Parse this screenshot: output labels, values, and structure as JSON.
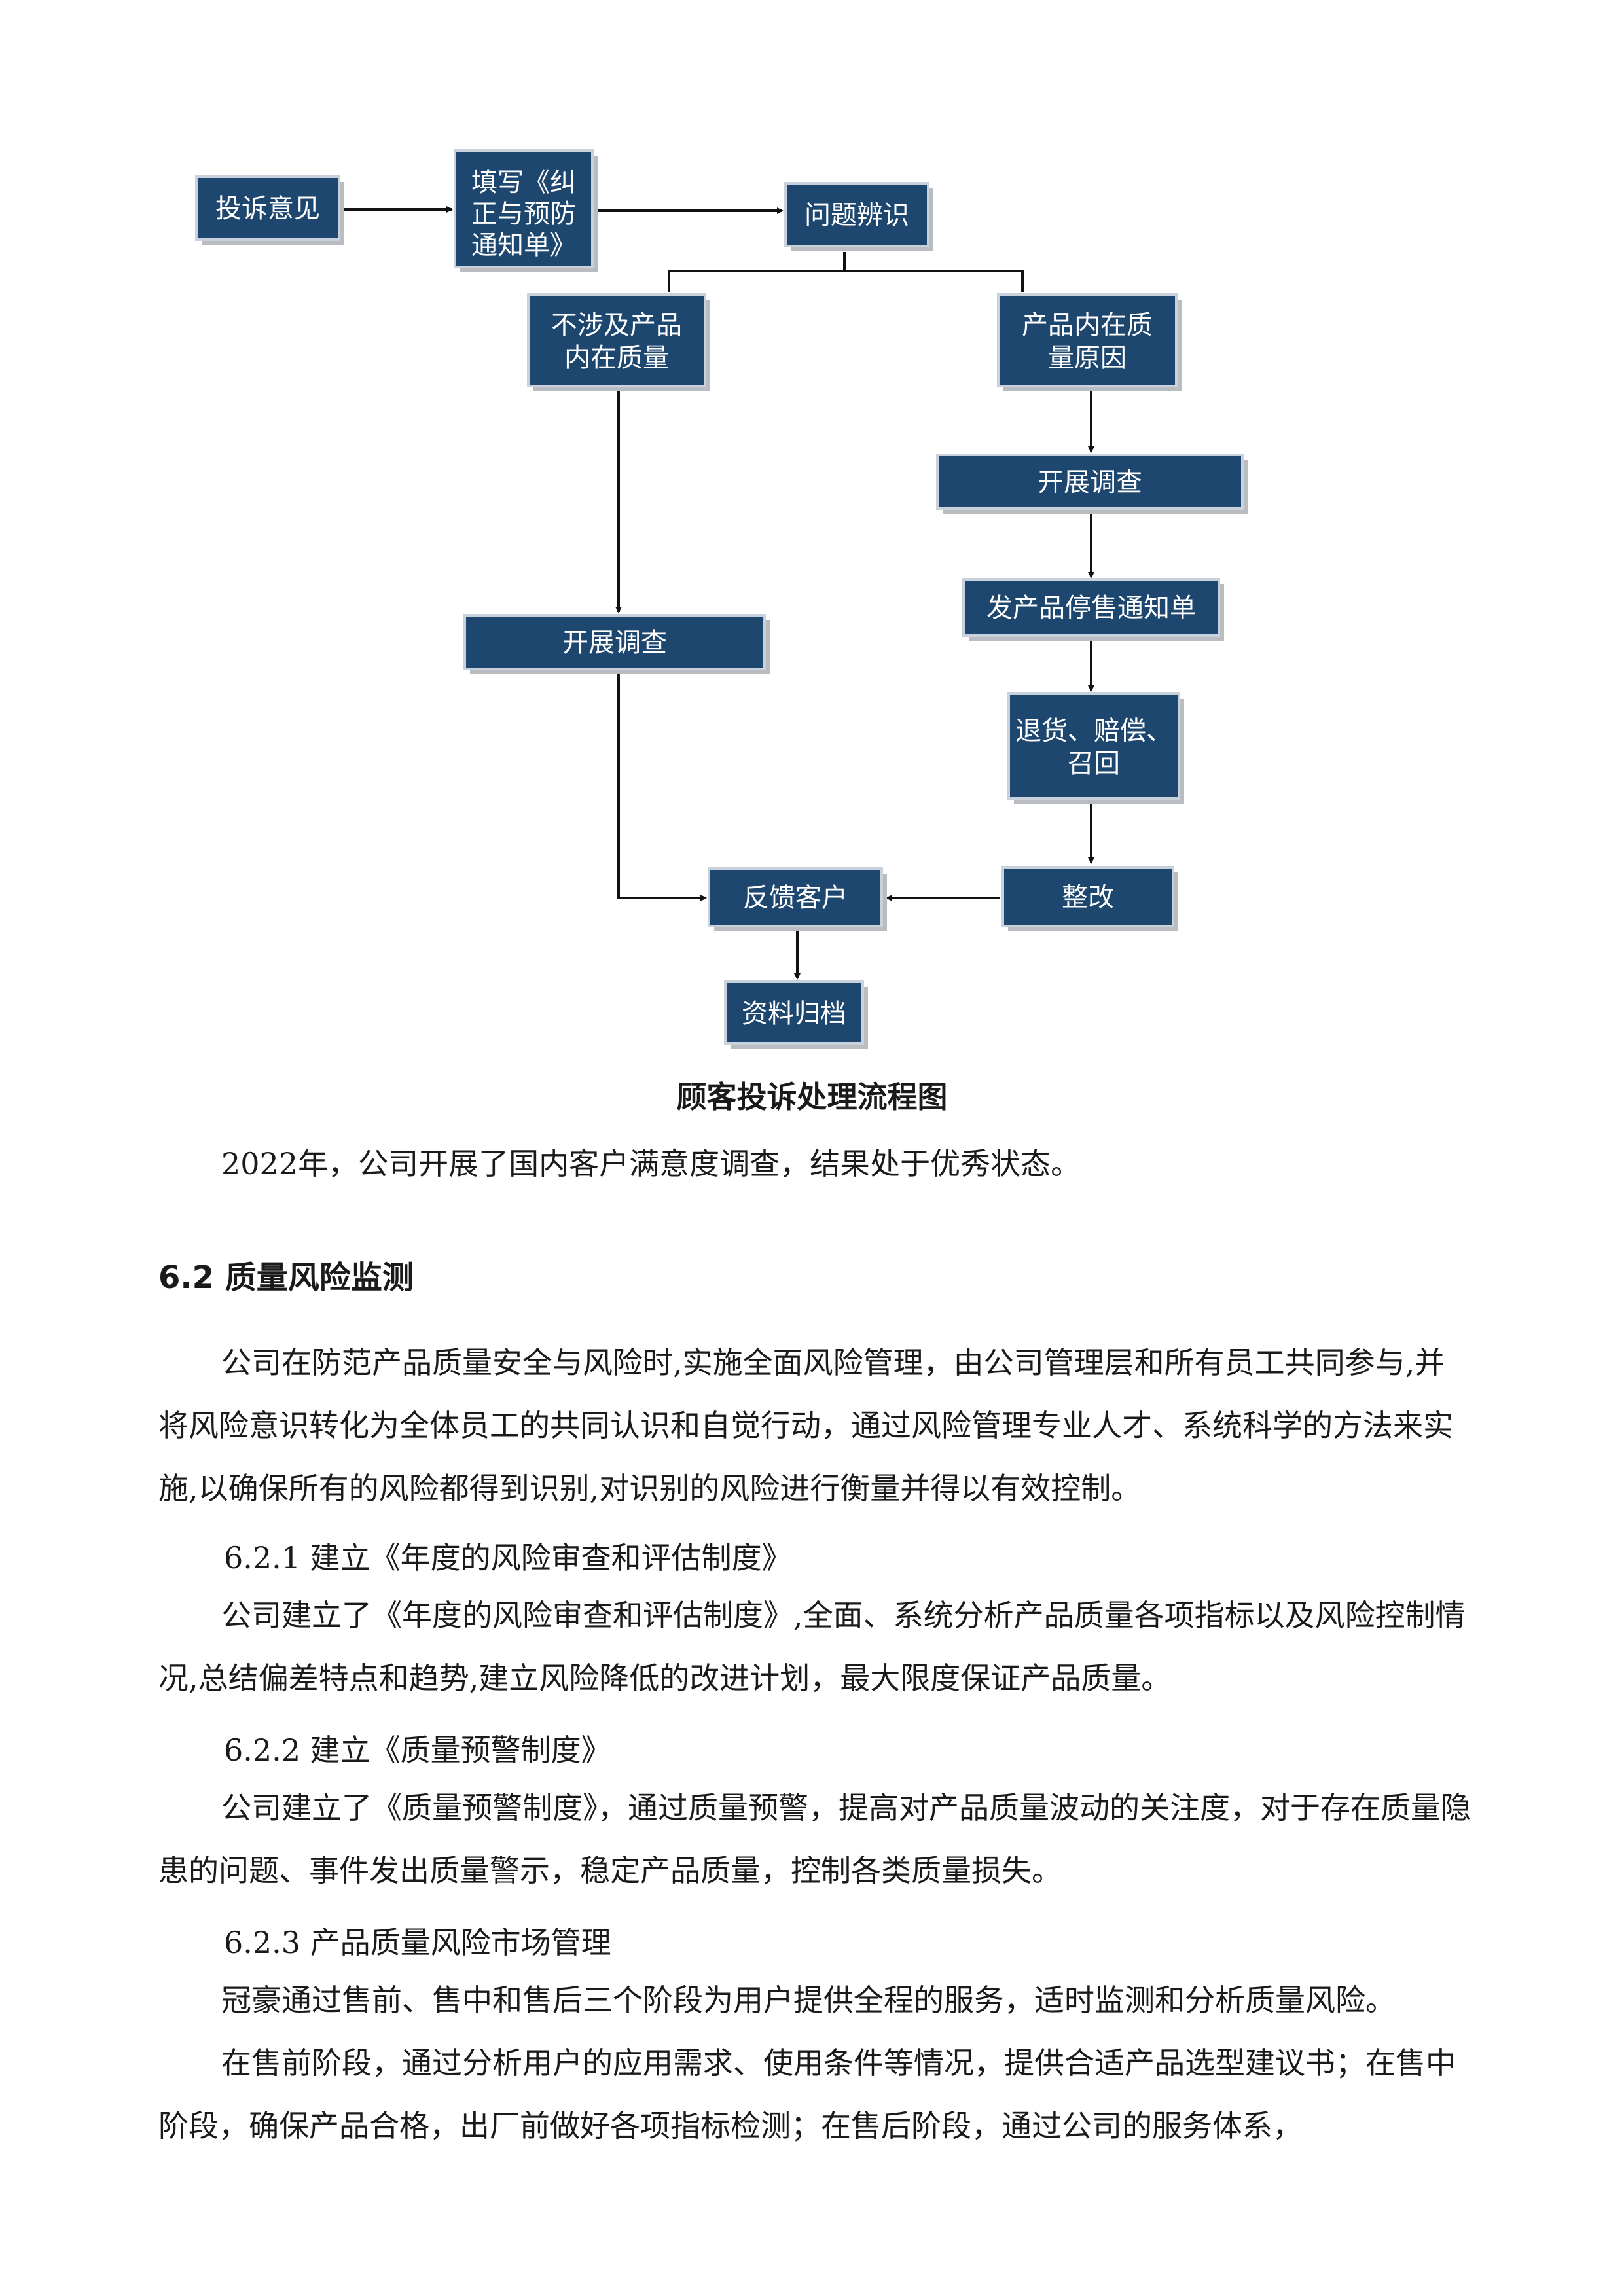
{
  "flowchart": {
    "nodes": {
      "complaint": {
        "lines": [
          "投诉意见"
        ]
      },
      "form": {
        "lines": [
          "填写《纠",
          "正与预防",
          "通知单》"
        ]
      },
      "identify": {
        "lines": [
          "问题辨识"
        ]
      },
      "not_quality": {
        "lines": [
          "不涉及产品",
          "内在质量"
        ]
      },
      "quality_cause": {
        "lines": [
          "产品内在质",
          "量原因"
        ]
      },
      "investigate_right": {
        "lines": [
          "开展调查"
        ]
      },
      "stop_sale": {
        "lines": [
          "发产品停售通知单"
        ]
      },
      "return": {
        "lines": [
          "退货、赔偿、",
          "召回"
        ]
      },
      "investigate_left": {
        "lines": [
          "开展调查"
        ]
      },
      "rectify": {
        "lines": [
          "整改"
        ]
      },
      "feedback": {
        "lines": [
          "反馈客户"
        ]
      },
      "archive": {
        "lines": [
          "资料归档"
        ]
      }
    },
    "caption": "顾客投诉处理流程图"
  },
  "body": {
    "p_survey": "2022年，公司开展了国内客户满意度调查，结果处于优秀状态。",
    "heading_62": "6.2 质量风险监测",
    "p_risk_mgmt": "公司在防范产品质量安全与风险时,实施全面风险管理，由公司管理层和所有员工共同参与,并将风险意识转化为全体员工的共同认识和自觉行动，通过风险管理专业人才、系统科学的方法来实施,以确保所有的风险都得到识别,对识别的风险进行衡量并得以有效控制。",
    "sub_621": "6.2.1 建立《年度的风险审查和评估制度》",
    "p_621": "公司建立了《年度的风险审查和评估制度》,全面、系统分析产品质量各项指标以及风险控制情况,总结偏差特点和趋势,建立风险降低的改进计划，最大限度保证产品质量。",
    "sub_622": "6.2.2 建立《质量预警制度》",
    "p_622": "公司建立了《质量预警制度》，通过质量预警，提高对产品质量波动的关注度，对于存在质量隐患的问题、事件发出质量警示，稳定产品质量，控制各类质量损失。",
    "sub_623": "6.2.3 产品质量风险市场管理",
    "p_623a": "冠豪通过售前、售中和售后三个阶段为用户提供全程的服务，适时监测和分析质量风险。",
    "p_623b": "在售前阶段，通过分析用户的应用需求、使用条件等情况，提供合适产品选型建议书；在售中阶段，确保产品合格，出厂前做好各项指标检测；在售后阶段，通过公司的服务体系，"
  }
}
